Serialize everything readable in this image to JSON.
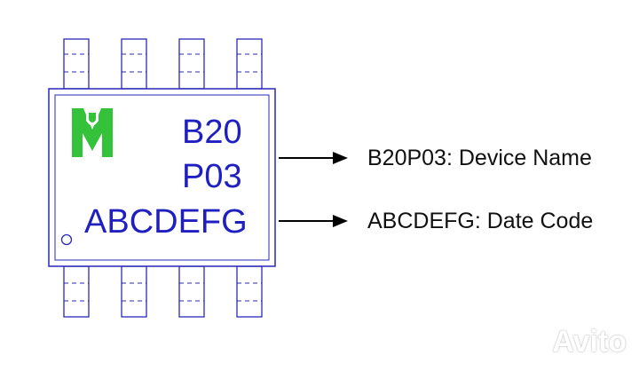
{
  "chip": {
    "marking_line1": "B20",
    "marking_line2": "P03",
    "marking_line3": "ABCDEFG",
    "logo_icon": "m-logo-icon",
    "pin1_marker_icon": "pin1-dot-icon"
  },
  "callouts": {
    "device_name": "B20P03: Device Name",
    "date_code": "ABCDEFG: Date Code"
  },
  "watermark": {
    "text": "Avito"
  },
  "colors": {
    "package_outline": "#2828b8",
    "marking_text": "#1f1fbf",
    "logo_green": "#34c23a",
    "arrow": "#000000"
  }
}
